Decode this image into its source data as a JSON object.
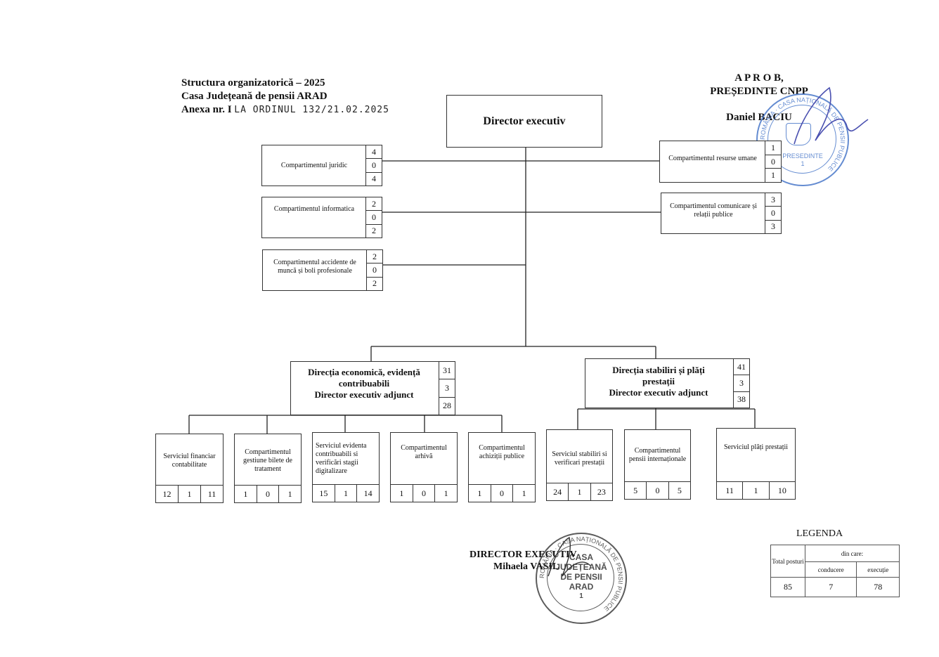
{
  "header": {
    "line1": "Structura organizatorică – 2025",
    "line2": "Casa Județeană de pensii ARAD",
    "line3": "Anexa nr. I",
    "line3_hand": "LA ORDINUL 132/21.02.2025"
  },
  "approval": {
    "title": "A P R O B,",
    "role": "PREȘEDINTE CNPP",
    "name": "Daniel BACIU"
  },
  "stamp_top": {
    "ring": "ROMÂNIA · CASA NAȚIONALĂ DE PENSII PUBLICE",
    "center": "PRESEDINTE",
    "num": "1"
  },
  "director": {
    "label": "Director executiv"
  },
  "left_units": [
    {
      "label": "Compartimentul juridic",
      "total": "4",
      "conducere": "0",
      "executie": "4"
    },
    {
      "label": "Compartimentul informatica",
      "total": "2",
      "conducere": "0",
      "executie": "2"
    },
    {
      "label": "Compartimentul accidente de muncă și boli profesionale",
      "total": "2",
      "conducere": "0",
      "executie": "2"
    }
  ],
  "right_units": [
    {
      "label": "Compartimentul resurse umane",
      "total": "1",
      "conducere": "0",
      "executie": "1"
    },
    {
      "label": "Compartimentul comunicare și relații publice",
      "total": "3",
      "conducere": "0",
      "executie": "3"
    }
  ],
  "directions": [
    {
      "line1": "Direcția economică, evidență",
      "line2": "contribuabili",
      "line3": "Director executiv adjunct",
      "total": "31",
      "conducere": "3",
      "executie": "28"
    },
    {
      "line1": "Direcția stabiliri și plăți",
      "line2": "prestații",
      "line3": "Director executiv adjunct",
      "total": "41",
      "conducere": "3",
      "executie": "38"
    }
  ],
  "services": [
    {
      "label": "Serviciul financiar contabilitate",
      "total": "12",
      "conducere": "1",
      "executie": "11"
    },
    {
      "label": "Compartimentul gestiune bilete de tratament",
      "total": "1",
      "conducere": "0",
      "executie": "1"
    },
    {
      "label": "Serviciul evidenta contribuabili si verificări stagii digitalizare",
      "total": "15",
      "conducere": "1",
      "executie": "14"
    },
    {
      "label": "Compartimentul arhivă",
      "total": "1",
      "conducere": "0",
      "executie": "1"
    },
    {
      "label": "Compartimentul achiziții publice",
      "total": "1",
      "conducere": "0",
      "executie": "1"
    },
    {
      "label": "Serviciul stabiliri si verificari prestații",
      "total": "24",
      "conducere": "1",
      "executie": "23"
    },
    {
      "label": "Compartimentul pensii internaționale",
      "total": "5",
      "conducere": "0",
      "executie": "5"
    },
    {
      "label": "Serviciul plăți prestații",
      "total": "11",
      "conducere": "1",
      "executie": "10"
    }
  ],
  "legend": {
    "title": "LEGENDA",
    "total_label": "Total posturi",
    "din_care": "din care:",
    "conducere_label": "conducere",
    "executie_label": "execuție",
    "total": "85",
    "conducere": "7",
    "executie": "78"
  },
  "signature": {
    "role": "DIRECTOR EXECUTIV",
    "name": "Mihaela VASIL"
  },
  "stamp_bottom": {
    "ring": "ROMÂNIA · CASA NAȚIONALĂ DE PENSII PUBLICE",
    "l1": "CASA",
    "l2": "JUDEȚEANĂ",
    "l3": "DE PENSII",
    "l4": "ARAD",
    "l5": "1"
  },
  "colors": {
    "ink": "#111111",
    "stamp_blue": "#4a78c9",
    "signature_blue": "#4a50b0"
  }
}
